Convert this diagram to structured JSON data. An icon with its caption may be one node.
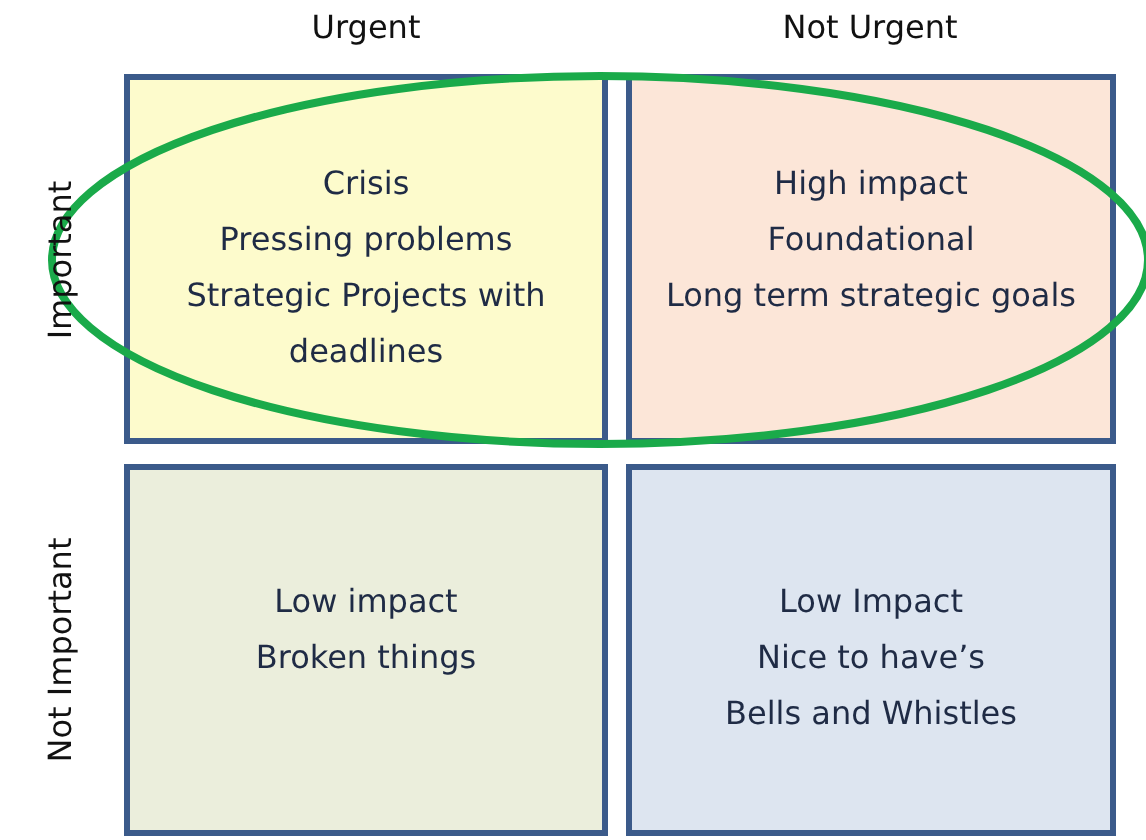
{
  "diagram": {
    "nodes": [
      {
        "text": [
          "Crisis",
          "Pressing problems",
          "Strategic Projects with deadlines"
        ]
      },
      {
        "text": [
          "High impact",
          "Foundational",
          "Long term strategic goals"
        ]
      },
      {
        "text": [
          "Low impact",
          "Broken things"
        ]
      },
      {
        "text": [
          "Low Impact",
          "Nice to have’s",
          "Bells and Whistles"
        ]
      }
    ],
    "labels": [
      "Urgent",
      "Not Urgent",
      "Important",
      "Not Important"
    ]
  }
}
